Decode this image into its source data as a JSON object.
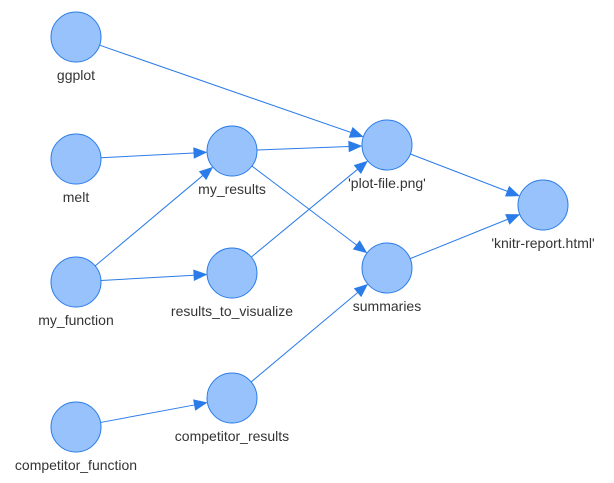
{
  "graph": {
    "colors": {
      "node_fill": "#97c2fc",
      "node_border": "#2b7ce9",
      "edge": "#2b7ce9",
      "label": "#343434"
    },
    "nodes": [
      {
        "id": "ggplot",
        "label": "ggplot"
      },
      {
        "id": "melt",
        "label": "melt"
      },
      {
        "id": "my_function",
        "label": "my_function"
      },
      {
        "id": "competitor_function",
        "label": "competitor_function"
      },
      {
        "id": "my_results",
        "label": "my_results"
      },
      {
        "id": "results_to_visualize",
        "label": "results_to_visualize"
      },
      {
        "id": "competitor_results",
        "label": "competitor_results"
      },
      {
        "id": "plot_file",
        "label": "'plot-file.png'"
      },
      {
        "id": "summaries",
        "label": "summaries"
      },
      {
        "id": "knitr_report",
        "label": "'knitr-report.html'"
      }
    ],
    "edges": [
      {
        "from": "ggplot",
        "to": "plot_file"
      },
      {
        "from": "melt",
        "to": "my_results"
      },
      {
        "from": "my_results",
        "to": "plot_file"
      },
      {
        "from": "my_results",
        "to": "summaries"
      },
      {
        "from": "my_function",
        "to": "my_results"
      },
      {
        "from": "my_function",
        "to": "results_to_visualize"
      },
      {
        "from": "results_to_visualize",
        "to": "plot_file"
      },
      {
        "from": "competitor_function",
        "to": "competitor_results"
      },
      {
        "from": "competitor_results",
        "to": "summaries"
      },
      {
        "from": "plot_file",
        "to": "knitr_report"
      },
      {
        "from": "summaries",
        "to": "knitr_report"
      }
    ]
  }
}
